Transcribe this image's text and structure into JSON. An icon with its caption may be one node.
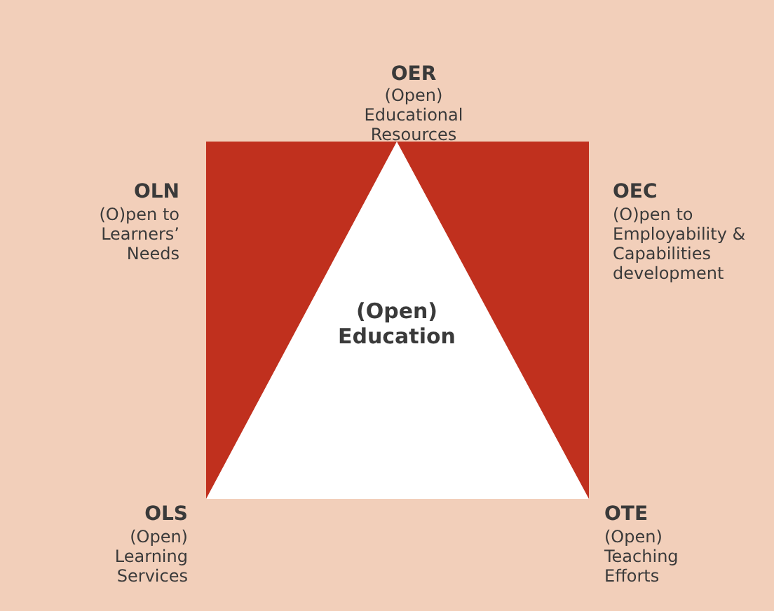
{
  "diagram": {
    "nodes": [
      {
        "text": [
          "(Open) Education"
        ]
      }
    ],
    "edges": [],
    "labels": [
      "OER",
      "(Open) Educational Resources",
      "OLN",
      "(O)pen to Learners’ Needs",
      "OEC",
      "(O)pen to Employability & Capabilities development",
      "OLS",
      "(Open) Learning Services",
      "OTE",
      "(Open) Teaching Efforts"
    ]
  }
}
